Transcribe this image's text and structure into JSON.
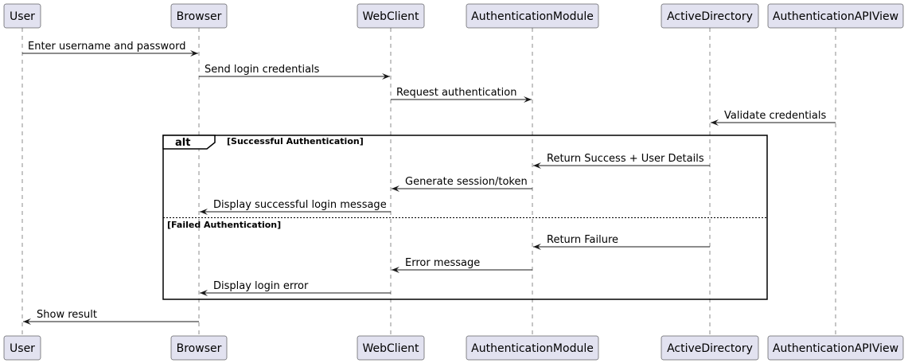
{
  "participants": [
    {
      "id": "user",
      "label": "User"
    },
    {
      "id": "browser",
      "label": "Browser"
    },
    {
      "id": "webclient",
      "label": "WebClient"
    },
    {
      "id": "authmodule",
      "label": "AuthenticationModule"
    },
    {
      "id": "ad",
      "label": "ActiveDirectory"
    },
    {
      "id": "apiview",
      "label": "AuthenticationAPIView"
    }
  ],
  "messages": [
    {
      "from": "user",
      "to": "browser",
      "label": "Enter username and password"
    },
    {
      "from": "browser",
      "to": "webclient",
      "label": "Send login credentials"
    },
    {
      "from": "webclient",
      "to": "authmodule",
      "label": "Request authentication"
    },
    {
      "from": "apiview",
      "to": "ad",
      "label": "Validate credentials"
    },
    {
      "from": "ad",
      "to": "authmodule",
      "label": "Return Success + User Details"
    },
    {
      "from": "authmodule",
      "to": "webclient",
      "label": "Generate session/token"
    },
    {
      "from": "webclient",
      "to": "browser",
      "label": "Display successful login message"
    },
    {
      "from": "ad",
      "to": "authmodule",
      "label": "Return Failure"
    },
    {
      "from": "authmodule",
      "to": "webclient",
      "label": "Error message"
    },
    {
      "from": "webclient",
      "to": "browser",
      "label": "Display login error"
    },
    {
      "from": "browser",
      "to": "user",
      "label": "Show result"
    }
  ],
  "alt_fragment": {
    "keyword": "alt",
    "guard_1": "[Successful Authentication]",
    "guard_2": "[Failed Authentication]"
  },
  "colors": {
    "participant_fill": "#e2e2f0",
    "line": "#181818"
  }
}
